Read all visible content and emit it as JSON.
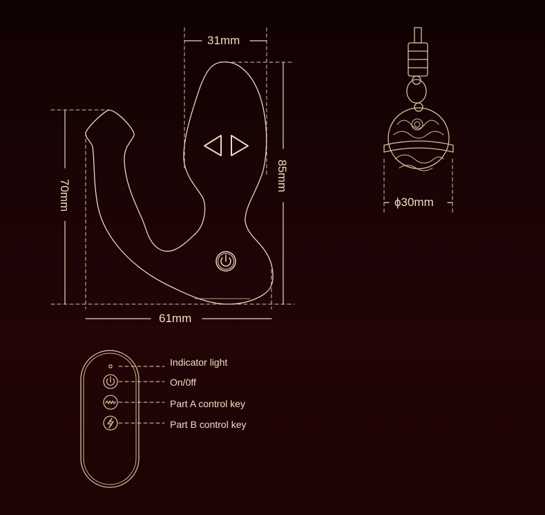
{
  "diagram": {
    "type": "product-dimension-diagram",
    "colors": {
      "background_top": "#0f0203",
      "background_bottom": "#220506",
      "line": "#ecd8bf"
    },
    "device": {
      "dimensions": {
        "width_top": "31mm",
        "height_right": "85mm",
        "height_left": "70mm",
        "width_bottom": "61mm"
      },
      "icons": [
        "left-arrow-icon",
        "right-arrow-icon",
        "power-icon"
      ]
    },
    "charm": {
      "diameter": "ϕ30mm"
    },
    "remote": {
      "legend": [
        {
          "icon": "indicator-dot-icon",
          "label": "Indicator light"
        },
        {
          "icon": "power-icon",
          "label": "On/0ff"
        },
        {
          "icon": "wave-icon",
          "label": "Part A control key"
        },
        {
          "icon": "lightning-icon",
          "label": "Part B control key"
        }
      ]
    }
  }
}
